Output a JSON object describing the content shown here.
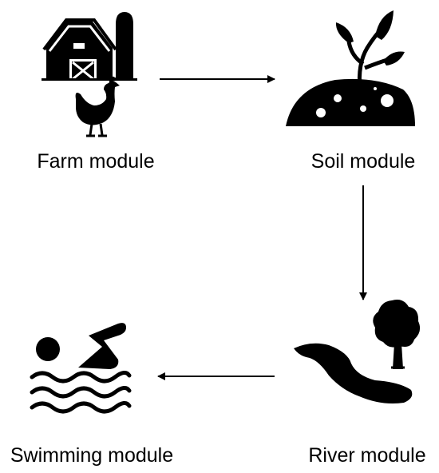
{
  "modules": {
    "farm": {
      "label": "Farm module",
      "icons": [
        "barn-icon",
        "silo-icon",
        "chicken-icon"
      ]
    },
    "soil": {
      "label": "Soil module",
      "icons": [
        "soil-mound-icon",
        "sprout-icon"
      ]
    },
    "river": {
      "label": "River module",
      "icons": [
        "river-icon",
        "tree-icon"
      ]
    },
    "swimming": {
      "label": "Swimming module",
      "icons": [
        "swimmer-icon",
        "waves-icon"
      ]
    }
  },
  "flow": [
    {
      "from": "farm",
      "to": "soil",
      "direction": "right"
    },
    {
      "from": "soil",
      "to": "river",
      "direction": "down"
    },
    {
      "from": "river",
      "to": "swimming",
      "direction": "left"
    }
  ],
  "colors": {
    "foreground": "#000000",
    "background": "#ffffff"
  }
}
